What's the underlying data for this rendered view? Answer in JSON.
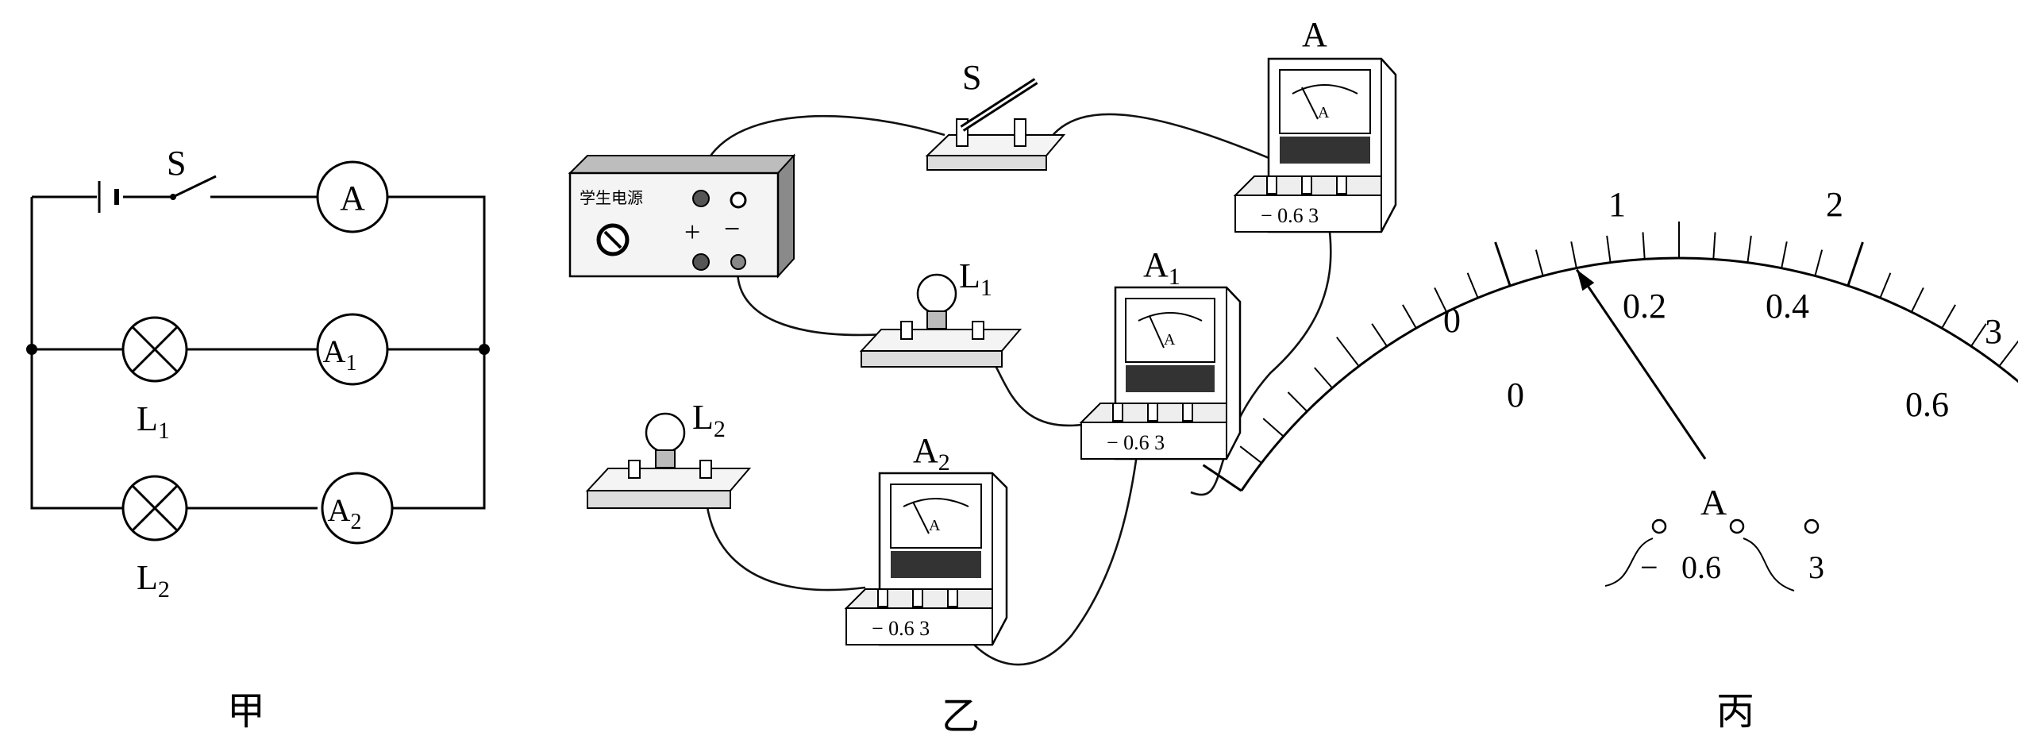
{
  "captions": {
    "jia": "甲",
    "yi": "乙",
    "bing": "丙"
  },
  "circuit": {
    "switch": "S",
    "ammeter_main": "A",
    "ammeter_1": "A",
    "ammeter_1_sub": "1",
    "ammeter_2": "A",
    "ammeter_2_sub": "2",
    "lamp_1": "L",
    "lamp_1_sub": "1",
    "lamp_2": "L",
    "lamp_2_sub": "2"
  },
  "apparatus": {
    "power_supply_label": "学生电源",
    "plus": "+",
    "minus": "−",
    "switch": "S",
    "ammeter_main": "A",
    "ammeter_1": "A",
    "ammeter_1_sub": "1",
    "ammeter_2": "A",
    "ammeter_2_sub": "2",
    "lamp_1": "L",
    "lamp_1_sub": "1",
    "lamp_2": "L",
    "lamp_2_sub": "2",
    "meter_face": "A",
    "terminals": "− 0.6 3"
  },
  "meter": {
    "upper_scale": {
      "ticks": [
        "0",
        "1",
        "2",
        "3"
      ]
    },
    "lower_scale": {
      "ticks": [
        "0",
        "0.2",
        "0.4",
        "0.6"
      ]
    },
    "unit": "A",
    "terminal_minus": "−",
    "terminal_06": "0.6",
    "terminal_3": "3",
    "needle_reading_small_range": 0.24
  }
}
